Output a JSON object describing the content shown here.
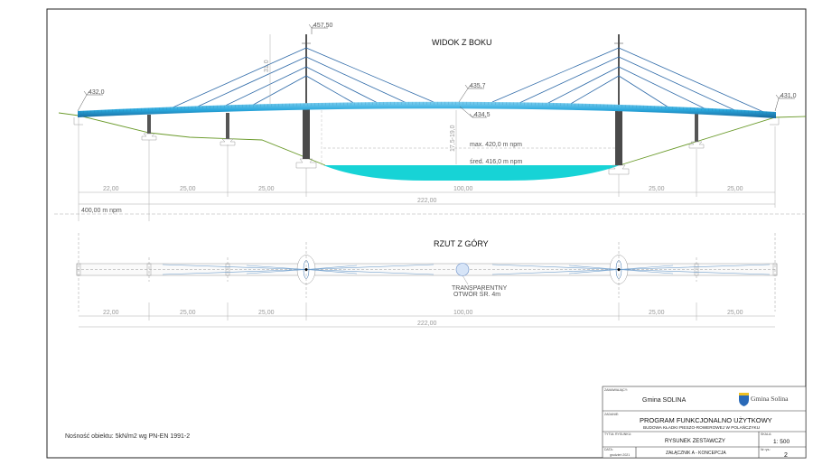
{
  "side_view": {
    "title": "WIDOK Z BOKU",
    "elev_left": "432,0",
    "elev_pylon": "457,50",
    "elev_mid_top": "435,7",
    "elev_mid_bottom": "434,5",
    "elev_right": "431,0",
    "pylon_height": "31,0",
    "clearance": "17,5-19,0",
    "water_max": "max. 420,0 m npm",
    "water_avg": "śred. 416,0 m npm",
    "datum": "400,00 m npm",
    "spans": [
      "22,00",
      "25,00",
      "25,00",
      "100,00",
      "25,00",
      "25,00"
    ],
    "total": "222,00"
  },
  "plan_view": {
    "title": "RZUT Z GÓRY",
    "note_line1": "TRANSPARENTNY",
    "note_line2": "OTWÓR ŚR. 4m",
    "spans": [
      "22,00",
      "25,00",
      "25,00",
      "100,00",
      "25,00",
      "25,00"
    ],
    "total": "222,00"
  },
  "load_note": "Nośność obiektu: 5kN/m2 wg PN-EN 1991-2",
  "title_block": {
    "client_label": "ZAMAWIAJĄCY:",
    "client": "Gmina SOLINA",
    "logo_text": "Gmina Solina",
    "task_label": "ZADANIE:",
    "program": "PROGRAM FUNKCJONALNO UŻYTKOWY",
    "project": "BUDOWA KŁADKI PIESZO-ROWEROWEJ W POLAŃCZYKU",
    "drawing_title_label": "TYTUŁ RYSUNKU:",
    "drawing_title": "RYSUNEK ZESTAWCZY",
    "scale_label": "SKALA:",
    "scale": "1: 500",
    "date_label": "DATA:",
    "date": "grudzień 2021",
    "attachment": "ZAŁĄCZNIK A - KONCEPCJA",
    "sheet_label": "Nr rys.:",
    "sheet": "2"
  },
  "colors": {
    "deck": "#2aa7dc",
    "cable": "#2e6aa8",
    "water": "#17d3d6",
    "ground": "#6a9a2a",
    "pylon": "#555555"
  }
}
